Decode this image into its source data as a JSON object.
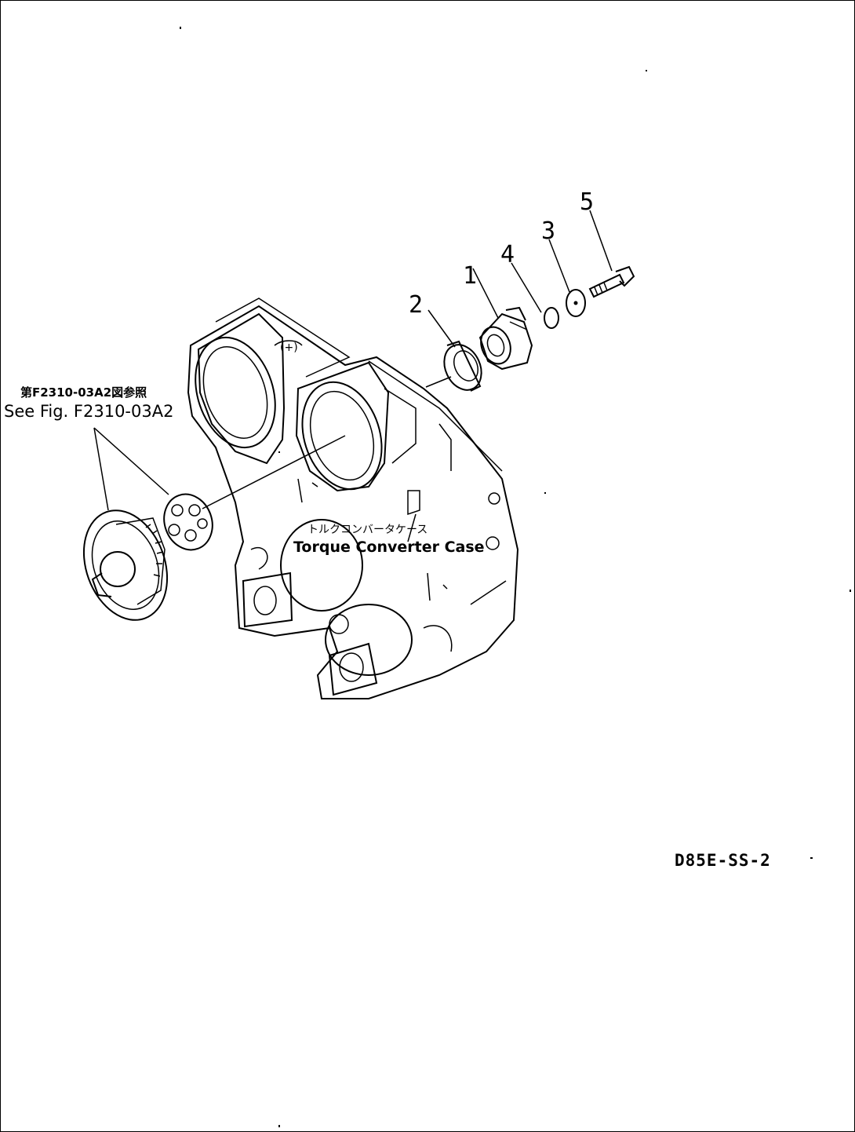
{
  "diagram": {
    "callouts": [
      "1",
      "2",
      "3",
      "4",
      "5"
    ],
    "reference": {
      "jp": "第F2310-03A2図参照",
      "en": "See Fig. F2310-03A2"
    },
    "case_label": {
      "jp": "トルクコンバータケース",
      "en": "Torque Converter Case"
    },
    "drawing_code": "D85E-SS-2"
  }
}
